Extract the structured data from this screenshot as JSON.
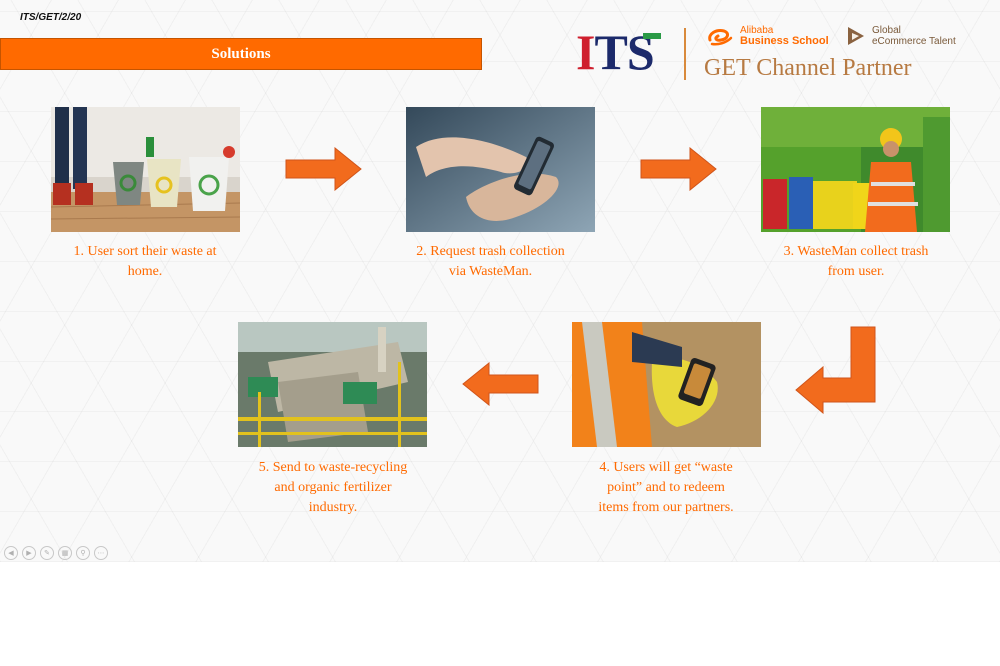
{
  "slide": {
    "code": "ITS/GET/2/20",
    "banner_title": "Solutions"
  },
  "branding": {
    "its_letters": [
      "I",
      "T",
      "S"
    ],
    "alibaba_line1": "Alibaba",
    "alibaba_line2": "Business School",
    "global_line1": "Global",
    "global_line2": "eCommerce Talent",
    "partner": "GET Channel Partner"
  },
  "steps": [
    {
      "caption_lines": [
        "1. User sort their waste at",
        "home."
      ],
      "image": "recycling-bins-photo"
    },
    {
      "caption_lines": [
        "2. Request trash collection",
        "via WasteMan."
      ],
      "image": "smartphone-photo"
    },
    {
      "caption_lines": [
        "3. WasteMan collect trash",
        "from user."
      ],
      "image": "waste-worker-photo"
    },
    {
      "caption_lines": [
        "4. Users will get “waste",
        "point” and to redeem",
        "items from our partners."
      ],
      "image": "phone-in-hand-photo"
    },
    {
      "caption_lines": [
        "5. Send to waste-recycling",
        "and organic fertilizer",
        "industry."
      ],
      "image": "recycling-plant-photo"
    }
  ],
  "colors": {
    "accent": "#ff6a00",
    "arrow": "#f26b1d",
    "its_red": "#cf1f2e",
    "its_navy": "#1c2a6b",
    "partner_brown": "#b77a42"
  },
  "toolbar_icons": [
    "prev-icon",
    "next-icon",
    "pen-icon",
    "slides-icon",
    "zoom-icon",
    "more-icon"
  ]
}
